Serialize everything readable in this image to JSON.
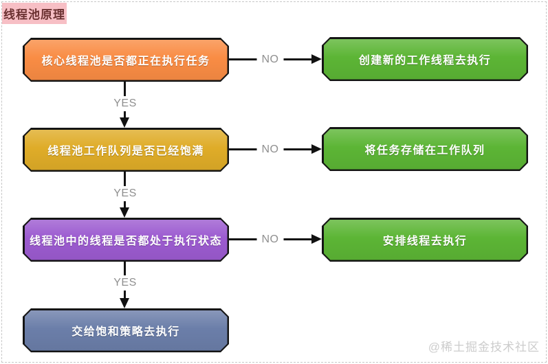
{
  "title": {
    "label": "线程池原理",
    "bg_color": "#f7bfc5",
    "text_color": "#6b3131"
  },
  "nodes": [
    {
      "id": "q1",
      "label": "核心线程池是否都正在执行任务",
      "color": "#f98c44"
    },
    {
      "id": "r1",
      "label": "创建新的工作线程去执行",
      "color": "#5cb535"
    },
    {
      "id": "q2",
      "label": "线程池工作队列是否已经饱满",
      "color": "#dfac28"
    },
    {
      "id": "r2",
      "label": "将任务存储在工作队列",
      "color": "#5cb535"
    },
    {
      "id": "q3",
      "label": "线程池中的线程是否都处于执行状态",
      "color": "#9c5bd0"
    },
    {
      "id": "r3",
      "label": "安排线程去执行",
      "color": "#5cb535"
    },
    {
      "id": "t",
      "label": "交给饱和策略去执行",
      "color": "#6b7ea9"
    }
  ],
  "edges": [
    {
      "from": "q1",
      "to": "r1",
      "label": "NO",
      "direction": "right"
    },
    {
      "from": "q1",
      "to": "q2",
      "label": "YES",
      "direction": "down"
    },
    {
      "from": "q2",
      "to": "r2",
      "label": "NO",
      "direction": "right"
    },
    {
      "from": "q2",
      "to": "q3",
      "label": "YES",
      "direction": "down"
    },
    {
      "from": "q3",
      "to": "r3",
      "label": "NO",
      "direction": "right"
    },
    {
      "from": "q3",
      "to": "t",
      "label": "YES",
      "direction": "down"
    }
  ],
  "edge_style": {
    "label_color": "#8f8f8f",
    "line_color": "#111111"
  },
  "watermark": "@稀土掘金技术社区"
}
